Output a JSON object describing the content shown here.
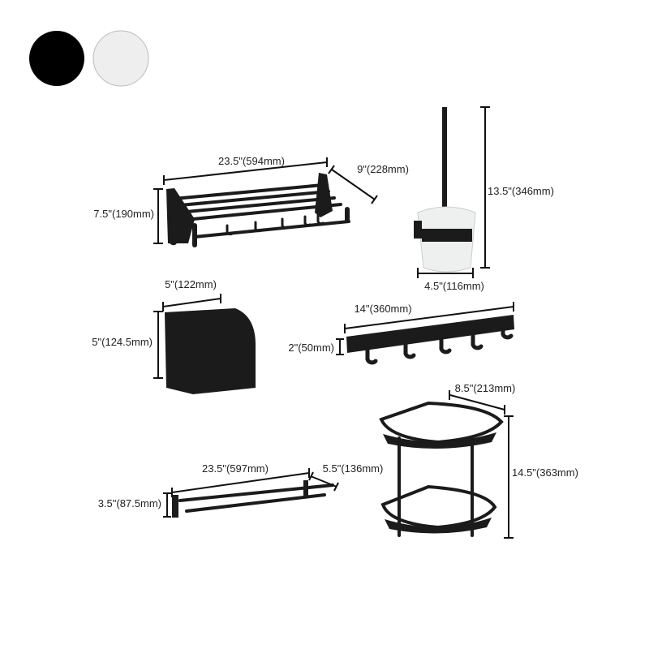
{
  "color_swatches": [
    {
      "name": "black",
      "color": "#000000"
    },
    {
      "name": "white",
      "color": "#eeeeee"
    }
  ],
  "products": {
    "towel_rack": {
      "width": "23.5\"(594mm)",
      "depth": "9\"(228mm)",
      "height": "7.5\"(190mm)"
    },
    "toilet_brush": {
      "height": "13.5\"(346mm)",
      "width": "4.5\"(116mm)"
    },
    "paper_holder": {
      "width": "5\"(122mm)",
      "height": "5\"(124.5mm)"
    },
    "hook_rail": {
      "width": "14\"(360mm)",
      "height": "2\"(50mm)"
    },
    "corner_shelf": {
      "width": "8.5\"(213mm)",
      "height": "14.5\"(363mm)"
    },
    "towel_bar": {
      "width": "23.5\"(597mm)",
      "depth": "5.5\"(136mm)",
      "height": "3.5\"(87.5mm)"
    }
  }
}
